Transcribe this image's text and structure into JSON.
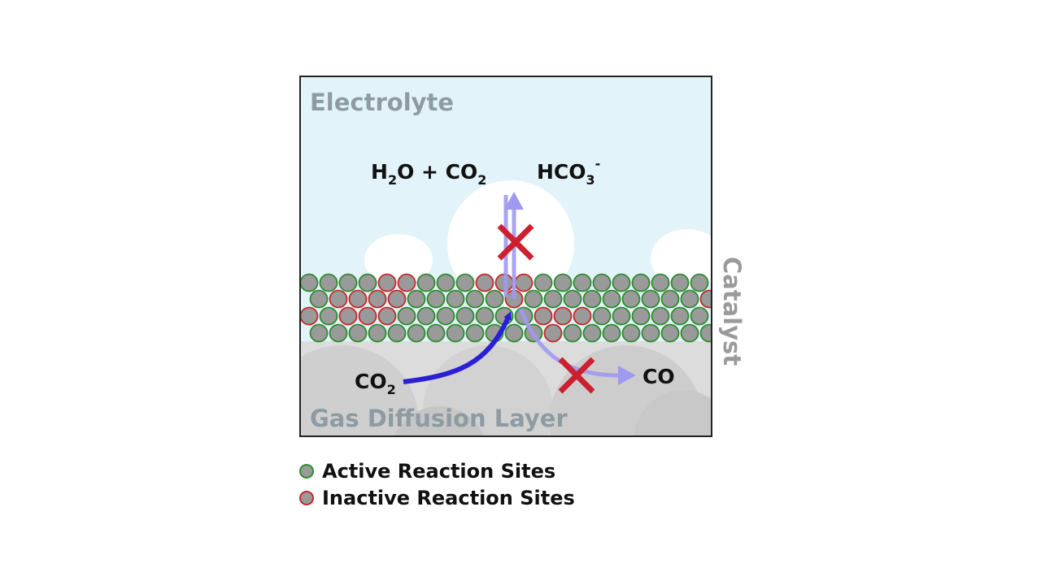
{
  "regions": {
    "electrolyte": "Electrolyte",
    "gas_diffusion_layer": "Gas Diffusion Layer",
    "catalyst": "Catalyst"
  },
  "species": {
    "h2o": {
      "main": "H",
      "sub": "2",
      "rest": "O + CO",
      "sub2": "2"
    },
    "hco3": {
      "main": "HCO",
      "sub": "3",
      "sup": "-"
    },
    "co2_in": {
      "main": "CO",
      "sub": "2"
    },
    "co_out": "CO"
  },
  "legend": {
    "active": "Active Reaction Sites",
    "inactive": "Inactive Reaction Sites"
  },
  "colors": {
    "electrolyte_bg": "#e2f4f9",
    "gdl_bg": "#dcdcdc",
    "site_fill": "#9a9a9a",
    "active_ring": "#2e8b2e",
    "inactive_ring": "#c62828",
    "blocked_x": "#cc2030",
    "co2_arrow": "#2a1fd6",
    "product_arrow": "#9f9af0",
    "region_label": "#8e9ba3",
    "catalyst_label": "#9a9a9a"
  },
  "rows": [
    "AAAAIIAAAIIIAAAAAAAAAAAAAIIIAA",
    "AIIIIAAAAAIAAAAAAAAAIIIAAA",
    "IAIIIAAAAAAAIIIAAAAAAAIIAAA",
    "AAAAAAAAAAAAIAAAAAAAAAAAAAA"
  ]
}
